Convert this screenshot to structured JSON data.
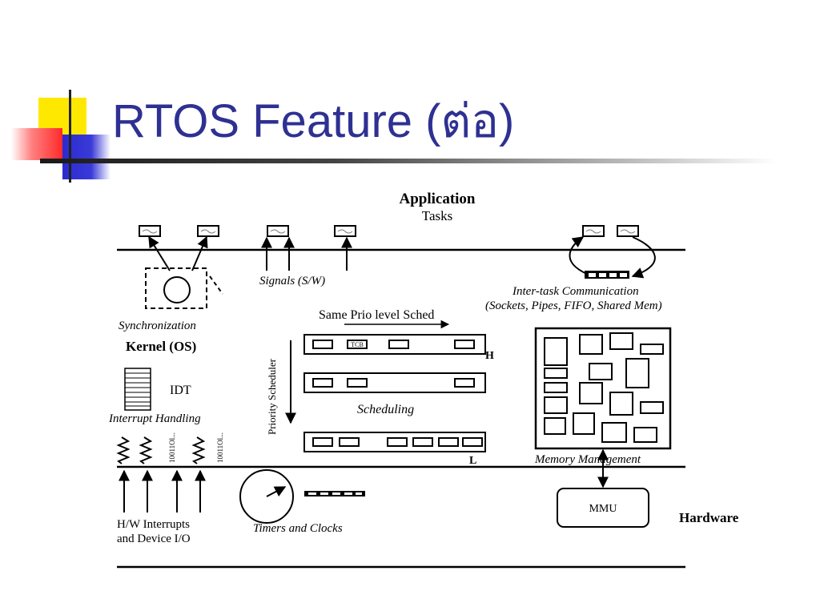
{
  "slide": {
    "title": "RTOS Feature (ต่อ)"
  },
  "diagram": {
    "application": "Application",
    "tasks": "Tasks",
    "signals": "Signals (S/W)",
    "intertask_line1": "Inter-task Communication",
    "intertask_line2": "(Sockets, Pipes, FIFO, Shared Mem)",
    "synchronization": "Synchronization",
    "same_prio": "Same Prio level Sched",
    "kernel": "Kernel (OS)",
    "tcb": "TCB",
    "high": "H",
    "low": "L",
    "idt": "IDT",
    "priority_scheduler": "Priority Scheduler",
    "scheduling": "Scheduling",
    "interrupt_handling": "Interrupt Handling",
    "memory_management": "Memory Management",
    "bits": "10011Ol...",
    "mmu": "MMU",
    "hardware": "Hardware",
    "hw_interrupts_line1": "H/W Interrupts",
    "hw_interrupts_line2": "and Device I/O",
    "timers": "Timers and Clocks"
  },
  "colors": {
    "title": "#2e3192",
    "deco_yellow": "#ffe000",
    "deco_blue": "#3333cc",
    "deco_red": "#ff3b3b"
  }
}
